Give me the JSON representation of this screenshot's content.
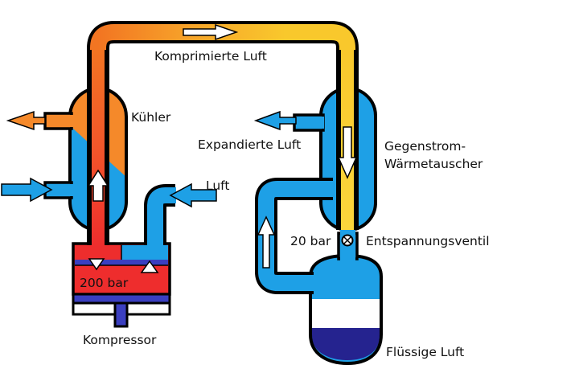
{
  "diagram": {
    "labels": {
      "compressed_air": "Komprimierte Luft",
      "cooler": "Kühler",
      "expanded_air": "Expandierte Luft",
      "counterflow_hx_line1": "Gegenstrom-",
      "counterflow_hx_line2": "Wärmetauscher",
      "air_in": "Luft",
      "pressure_low": "20 bar",
      "expansion_valve": "Entspannungsventil",
      "pressure_high": "200 bar",
      "compressor": "Kompressor",
      "liquid_air": "Flüssige Luft"
    },
    "colors": {
      "cold_blue": "#1ea0e6",
      "hot_red": "#ee2d2d",
      "warm_orange": "#f5892a",
      "yellow": "#f9c82c",
      "liquid_navy": "#25238f",
      "piston_blue": "#3b3fc0",
      "outline": "#000000"
    },
    "icons": [
      "flow-arrow-icon",
      "valve-icon"
    ]
  }
}
